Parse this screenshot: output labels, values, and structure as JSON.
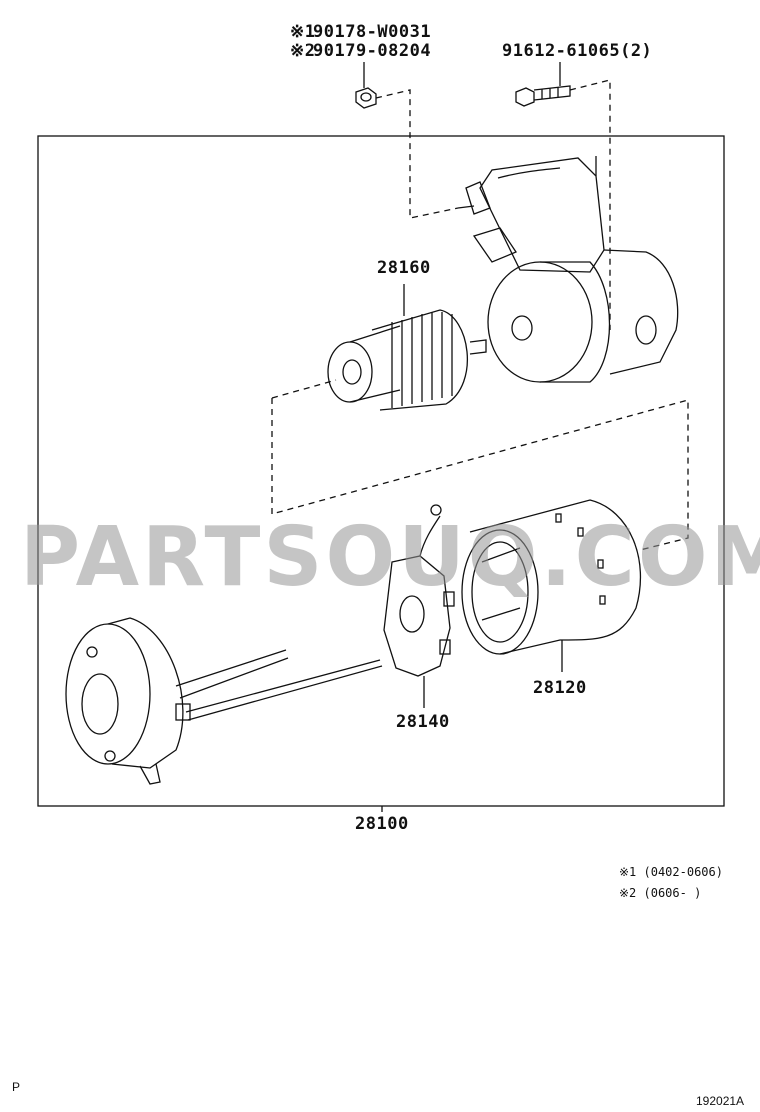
{
  "callouts": {
    "nut": "90178-W0031",
    "nut_alt": "90179-08204",
    "bolt": "91612-61065(2)",
    "drive": "28160",
    "yoke": "28120",
    "brush_holder": "28140",
    "assembly": "28100"
  },
  "marks": {
    "m1": "※1",
    "m2": "※2"
  },
  "notes": {
    "n1": "※1 (0402-0606)",
    "n2": "※2 (0606-     )"
  },
  "watermark": "PARTSOUQ.COM",
  "footer": {
    "left": "P",
    "right": "192021A"
  }
}
